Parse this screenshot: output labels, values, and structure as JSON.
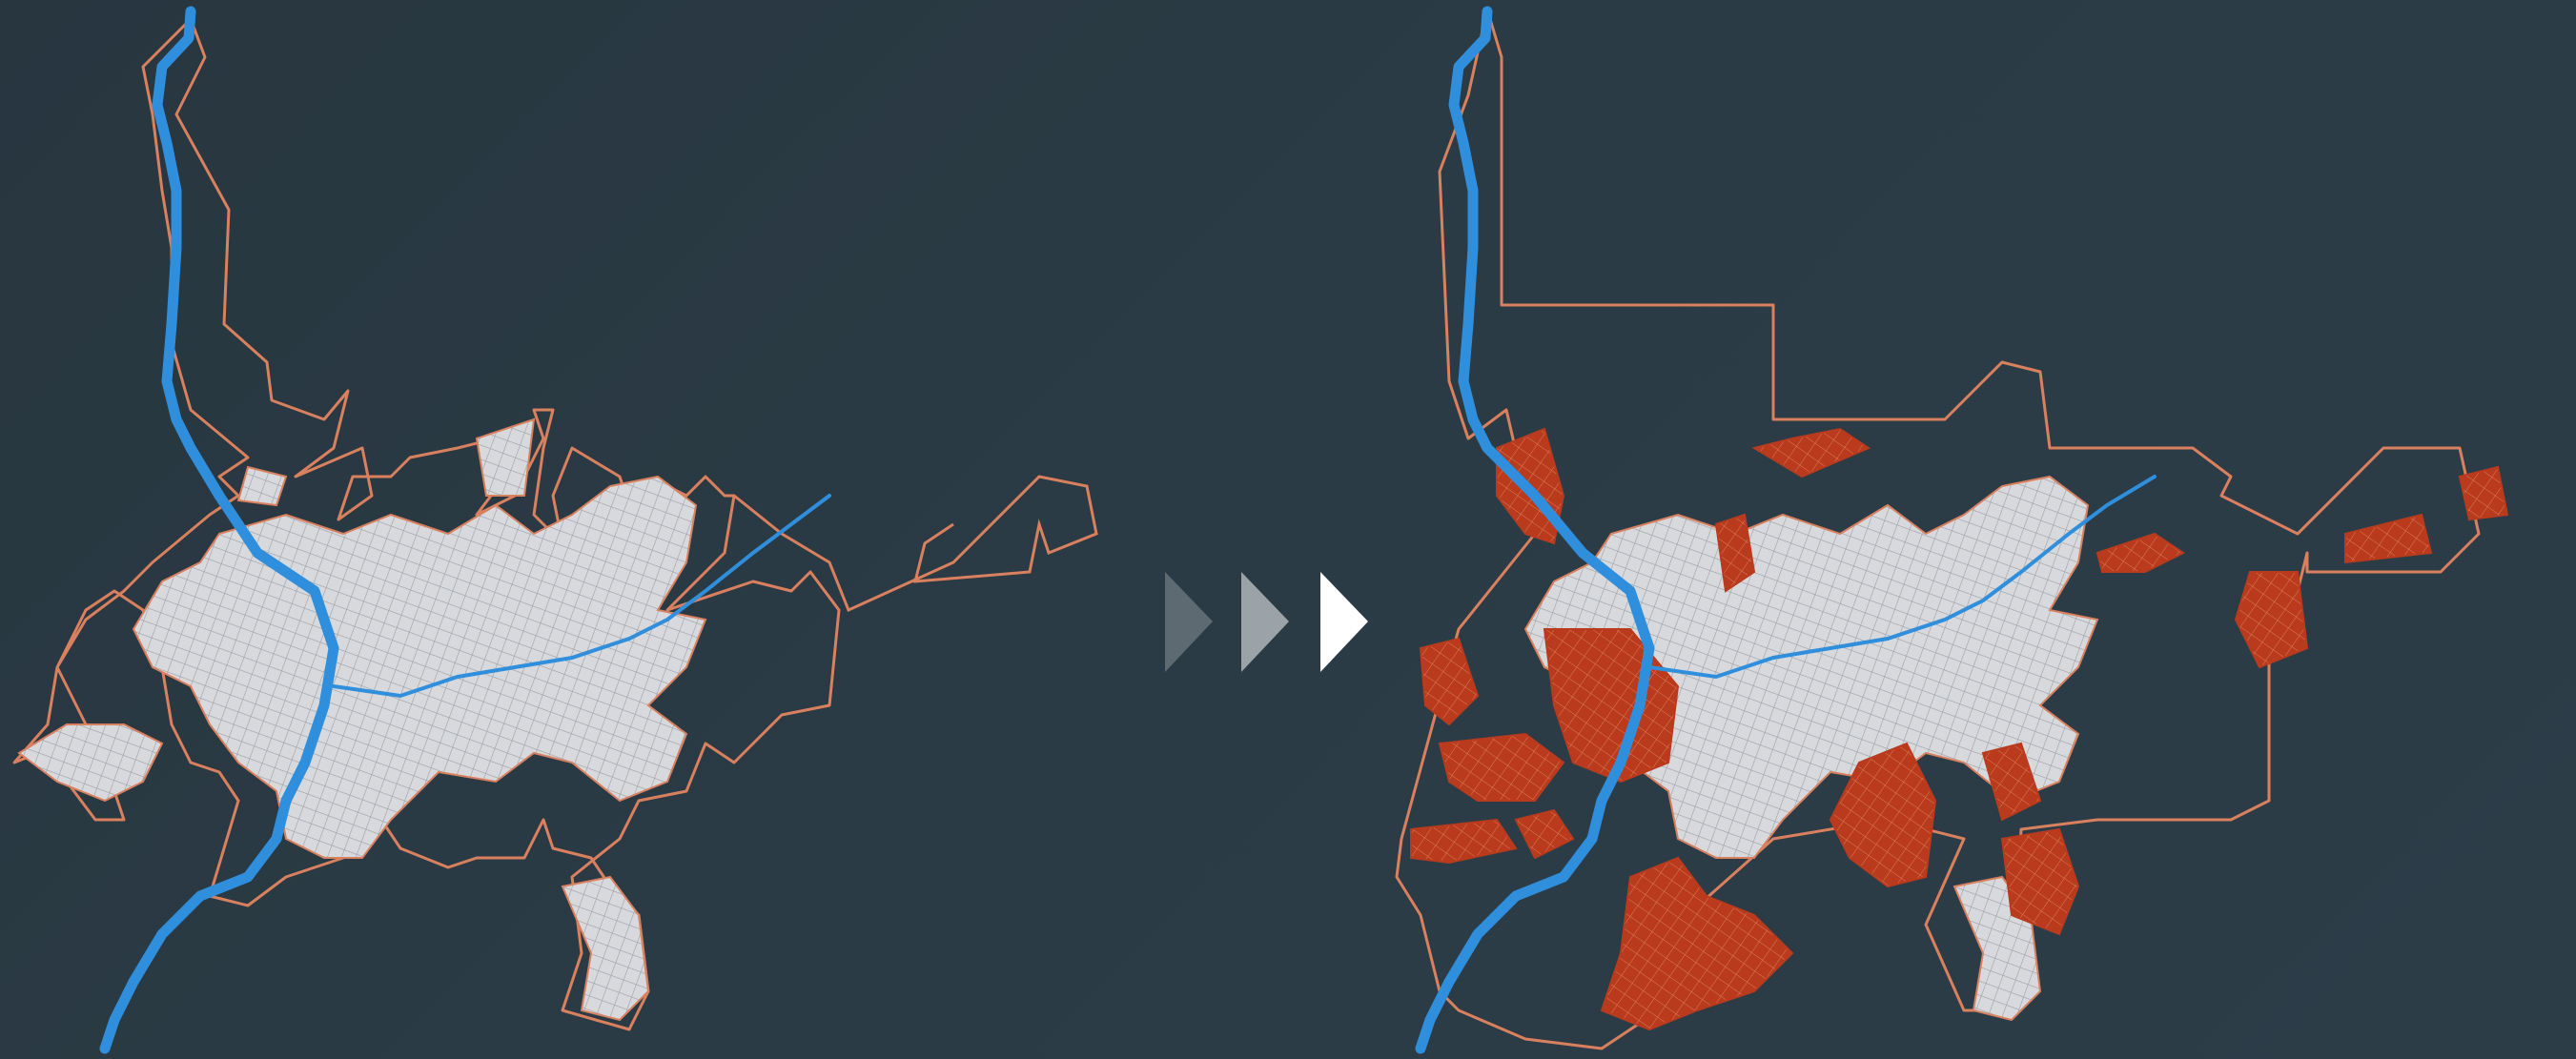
{
  "colors": {
    "background": "#2b3a44",
    "river": "#2f8fdc",
    "boundary": "#d9805f",
    "urban_fill": "#d8d9dc",
    "street": "#9aa0a6",
    "expansion": "#b93a1c",
    "arrow_dim": "#5e6a72",
    "arrow_mid": "#9ba3a9",
    "arrow_bright": "#ffffff"
  },
  "panels": [
    {
      "id": "before",
      "icon": "city-map-before-icon"
    },
    {
      "id": "after",
      "icon": "city-map-after-icon"
    }
  ],
  "arrows": {
    "count": 3,
    "icon": "forward-chevron-icon"
  }
}
